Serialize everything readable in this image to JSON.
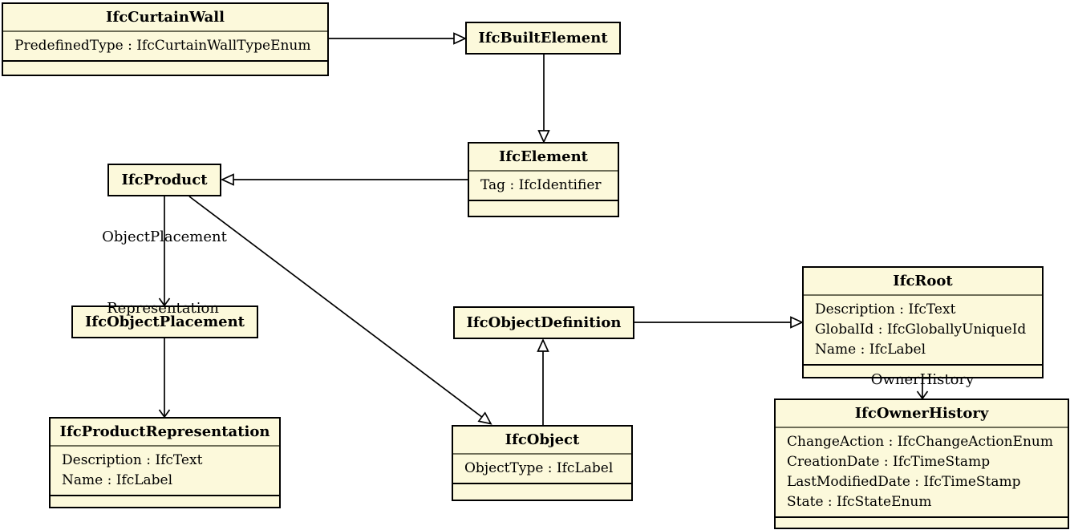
{
  "diagram": {
    "classes": [
      {
        "name": "IfcCurtainWall",
        "attributes": [
          "PredefinedType : IfcCurtainWallTypeEnum"
        ]
      },
      {
        "name": "IfcBuiltElement",
        "attributes": []
      },
      {
        "name": "IfcElement",
        "attributes": [
          "Tag : IfcIdentifier"
        ]
      },
      {
        "name": "IfcProduct",
        "attributes": []
      },
      {
        "name": "IfcObjectPlacement",
        "attributes": []
      },
      {
        "name": "IfcProductRepresentation",
        "attributes": [
          "Description : IfcText",
          "Name : IfcLabel"
        ]
      },
      {
        "name": "IfcObjectDefinition",
        "attributes": []
      },
      {
        "name": "IfcObject",
        "attributes": [
          "ObjectType : IfcLabel"
        ]
      },
      {
        "name": "IfcRoot",
        "attributes": [
          "Description : IfcText",
          "GlobalId : IfcGloballyUniqueId",
          "Name : IfcLabel"
        ]
      },
      {
        "name": "IfcOwnerHistory",
        "attributes": [
          "ChangeAction : IfcChangeActionEnum",
          "CreationDate : IfcTimeStamp",
          "LastModifiedDate : IfcTimeStamp",
          "State : IfcStateEnum"
        ]
      }
    ],
    "edge_labels": {
      "object_placement": "ObjectPlacement",
      "representation": "Representation",
      "owner_history": "OwnerHistory"
    },
    "relationships": [
      {
        "type": "generalization",
        "from": "IfcCurtainWall",
        "to": "IfcBuiltElement"
      },
      {
        "type": "generalization",
        "from": "IfcBuiltElement",
        "to": "IfcElement"
      },
      {
        "type": "generalization",
        "from": "IfcElement",
        "to": "IfcProduct"
      },
      {
        "type": "generalization",
        "from": "IfcProduct",
        "to": "IfcObject"
      },
      {
        "type": "generalization",
        "from": "IfcObject",
        "to": "IfcObjectDefinition"
      },
      {
        "type": "generalization",
        "from": "IfcObjectDefinition",
        "to": "IfcRoot"
      },
      {
        "type": "association",
        "from": "IfcProduct",
        "to": "IfcObjectPlacement",
        "label": "ObjectPlacement"
      },
      {
        "type": "association",
        "from": "IfcProduct",
        "to": "IfcProductRepresentation",
        "label": "Representation"
      },
      {
        "type": "association",
        "from": "IfcRoot",
        "to": "IfcOwnerHistory",
        "label": "OwnerHistory"
      }
    ],
    "colors": {
      "box_fill": "#FCF9DB",
      "box_border": "#000000",
      "title_separator": "#6E6E58",
      "line": "#000000",
      "background": "#FFFFFF"
    }
  }
}
